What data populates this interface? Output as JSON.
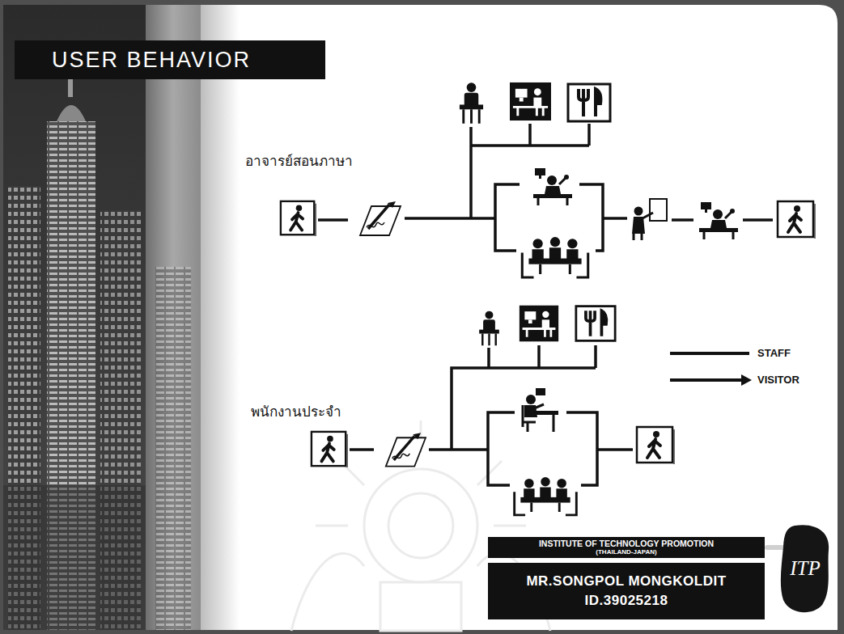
{
  "diagram": {
    "title": "USER BEHAVIOR",
    "nodes": [
      {
        "text": [
          "INSTITUTE OF TECHNOLOGY PROMOTION",
          "(THAILAND-JAPAN)"
        ]
      },
      {
        "text": [
          "MR.SONGPOL MONGKOLDIT",
          "ID.39025218"
        ]
      },
      {
        "text": [
          "ITP"
        ]
      }
    ],
    "labels": [
      "อาจารย์สอนภาษา",
      "พนักงานประจำ"
    ],
    "legend": [
      {
        "text": "STAFF"
      },
      {
        "text": "VISITOR"
      }
    ]
  }
}
